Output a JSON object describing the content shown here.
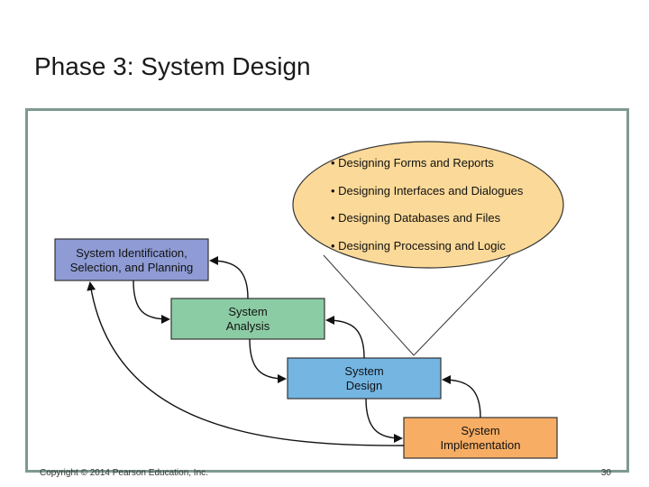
{
  "slide": {
    "title": "Phase 3: System Design",
    "footer_left": "Copyright © 2014 Pearson Education, Inc.",
    "footer_right": "30"
  },
  "diagram": {
    "phases": [
      {
        "lines": [
          "System Identification,",
          "Selection, and Planning"
        ],
        "color": "#8e9bd4"
      },
      {
        "lines": [
          "System",
          "Analysis"
        ],
        "color": "#8ccca4"
      },
      {
        "lines": [
          "System",
          "Design"
        ],
        "color": "#74b5e2"
      },
      {
        "lines": [
          "System",
          "Implementation"
        ],
        "color": "#f7ad64"
      }
    ],
    "design_activities": [
      "• Designing Forms and Reports",
      "• Designing Interfaces and Dialogues",
      "• Designing Databases and Files",
      "• Designing Processing and Logic"
    ],
    "callout_color": "#fbd998"
  }
}
